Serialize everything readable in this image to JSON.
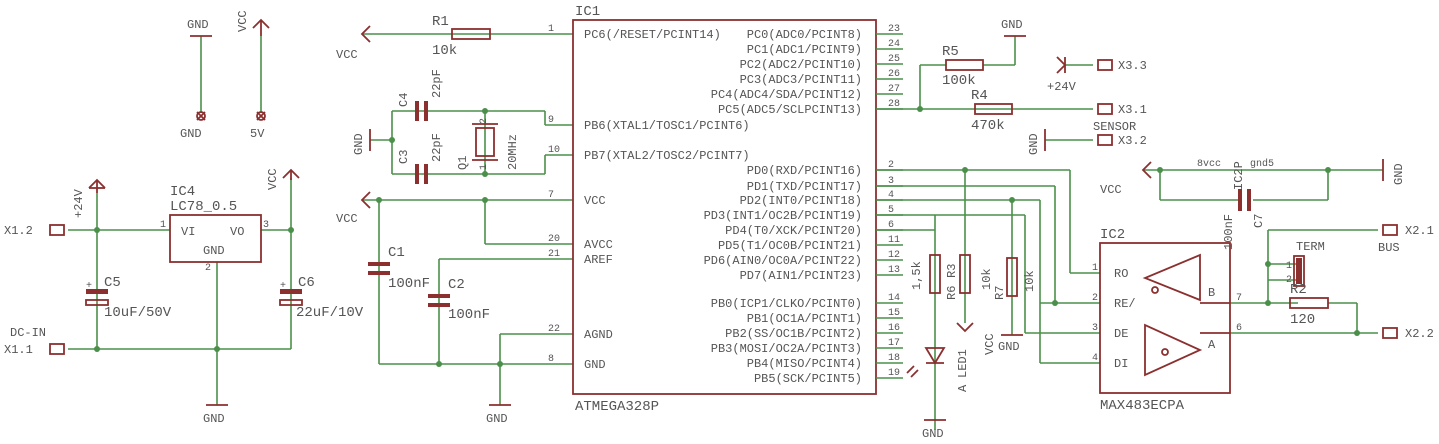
{
  "ic1": {
    "name": "IC1",
    "part": "ATMEGA328P",
    "left_pins": [
      {
        "num": "1",
        "label": "PC6(/RESET/PCINT14)"
      },
      {
        "num": "9",
        "label": "PB6(XTAL1/TOSC1/PCINT6)"
      },
      {
        "num": "10",
        "label": "PB7(XTAL2/TOSC2/PCINT7)"
      },
      {
        "num": "7",
        "label": "VCC"
      },
      {
        "num": "20",
        "label": "AVCC"
      },
      {
        "num": "21",
        "label": "AREF"
      },
      {
        "num": "22",
        "label": "AGND"
      },
      {
        "num": "8",
        "label": "GND"
      }
    ],
    "right_pins": [
      {
        "num": "23",
        "label": "PC0(ADC0/PCINT8)"
      },
      {
        "num": "24",
        "label": "PC1(ADC1/PCINT9)"
      },
      {
        "num": "25",
        "label": "PC2(ADC2/PCINT10)"
      },
      {
        "num": "26",
        "label": "PC3(ADC3/PCINT11)"
      },
      {
        "num": "27",
        "label": "PC4(ADC4/SDA/PCINT12)"
      },
      {
        "num": "28",
        "label": "PC5(ADC5/SCLPCINT13)"
      },
      {
        "num": "2",
        "label": "PD0(RXD/PCINT16)"
      },
      {
        "num": "3",
        "label": "PD1(TXD/PCINT17)"
      },
      {
        "num": "4",
        "label": "PD2(INT0/PCINT18)"
      },
      {
        "num": "5",
        "label": "PD3(INT1/OC2B/PCINT19)"
      },
      {
        "num": "6",
        "label": "PD4(T0/XCK/PCINT20)"
      },
      {
        "num": "11",
        "label": "PD5(T1/OC0B/PCINT21)"
      },
      {
        "num": "12",
        "label": "PD6(AIN0/OC0A/PCINT22)"
      },
      {
        "num": "13",
        "label": "PD7(AIN1/PCINT23)"
      },
      {
        "num": "14",
        "label": "PB0(ICP1/CLKO/PCINT0)"
      },
      {
        "num": "15",
        "label": "PB1(OC1A/PCINT1)"
      },
      {
        "num": "16",
        "label": "PB2(SS/OC1B/PCINT2)"
      },
      {
        "num": "17",
        "label": "PB3(MOSI/OC2A/PCINT3)"
      },
      {
        "num": "18",
        "label": "PB4(MISO/PCINT4)"
      },
      {
        "num": "19",
        "label": "PB5(SCK/PCINT5)"
      }
    ]
  },
  "ic2": {
    "name": "IC2",
    "part": "MAX483ECPA",
    "pins": {
      "ro": "RO",
      "re": "RE/",
      "de": "DE",
      "di": "DI",
      "b": "B",
      "a": "A"
    },
    "pin_nums": {
      "ro": "1",
      "re": "2",
      "de": "3",
      "di": "4",
      "b": "7",
      "a": "6"
    },
    "power": {
      "name": "IC2P",
      "vcc": "8vcc",
      "gnd": "gnd5"
    }
  },
  "ic4": {
    "name": "IC4",
    "part": "LC78_0.5",
    "vi": "VI",
    "vo": "VO",
    "gnd": "GND",
    "pin1": "1",
    "pin2": "2",
    "pin3": "3"
  },
  "components": {
    "r1": {
      "name": "R1",
      "value": "10k"
    },
    "r2": {
      "name": "R2",
      "value": "120"
    },
    "r3": {
      "name": "R3",
      "value": "10k"
    },
    "r4": {
      "name": "R4",
      "value": "470k"
    },
    "r5": {
      "name": "R5",
      "value": "100k"
    },
    "r6": {
      "name": "R6",
      "value": "1,5k"
    },
    "r7": {
      "name": "R7",
      "value": "10k"
    },
    "c1": {
      "name": "C1",
      "value": "100nF"
    },
    "c2": {
      "name": "C2",
      "value": "100nF"
    },
    "c3": {
      "name": "C3",
      "value": "22pF"
    },
    "c4": {
      "name": "C4",
      "value": "22pF"
    },
    "c5": {
      "name": "C5",
      "value": "10uF/50V"
    },
    "c6": {
      "name": "C6",
      "value": "22uF/10V"
    },
    "c7": {
      "name": "C7",
      "value": "100nF"
    },
    "q1": {
      "name": "Q1",
      "value": "20MHz",
      "p1": "1",
      "p2": "2"
    },
    "led1": {
      "name": "LED1",
      "pin": "A"
    },
    "term": {
      "name": "TERM",
      "p1": "1",
      "p2": "2"
    }
  },
  "nets": {
    "gnd": "GND",
    "vcc": "VCC",
    "plus24v": "+24V",
    "five_v": "5V",
    "dc_in": "DC-IN",
    "sensor": "SENSOR",
    "bus": "BUS"
  },
  "connectors": {
    "x11": "X1.1",
    "x12": "X1.2",
    "x21": "X2.1",
    "x22": "X2.2",
    "x31": "X3.1",
    "x32": "X3.2",
    "x33": "X3.3"
  },
  "colors": {
    "wire": "#4a8f4a",
    "symbol": "#8b2f2f",
    "text": "#555555"
  }
}
